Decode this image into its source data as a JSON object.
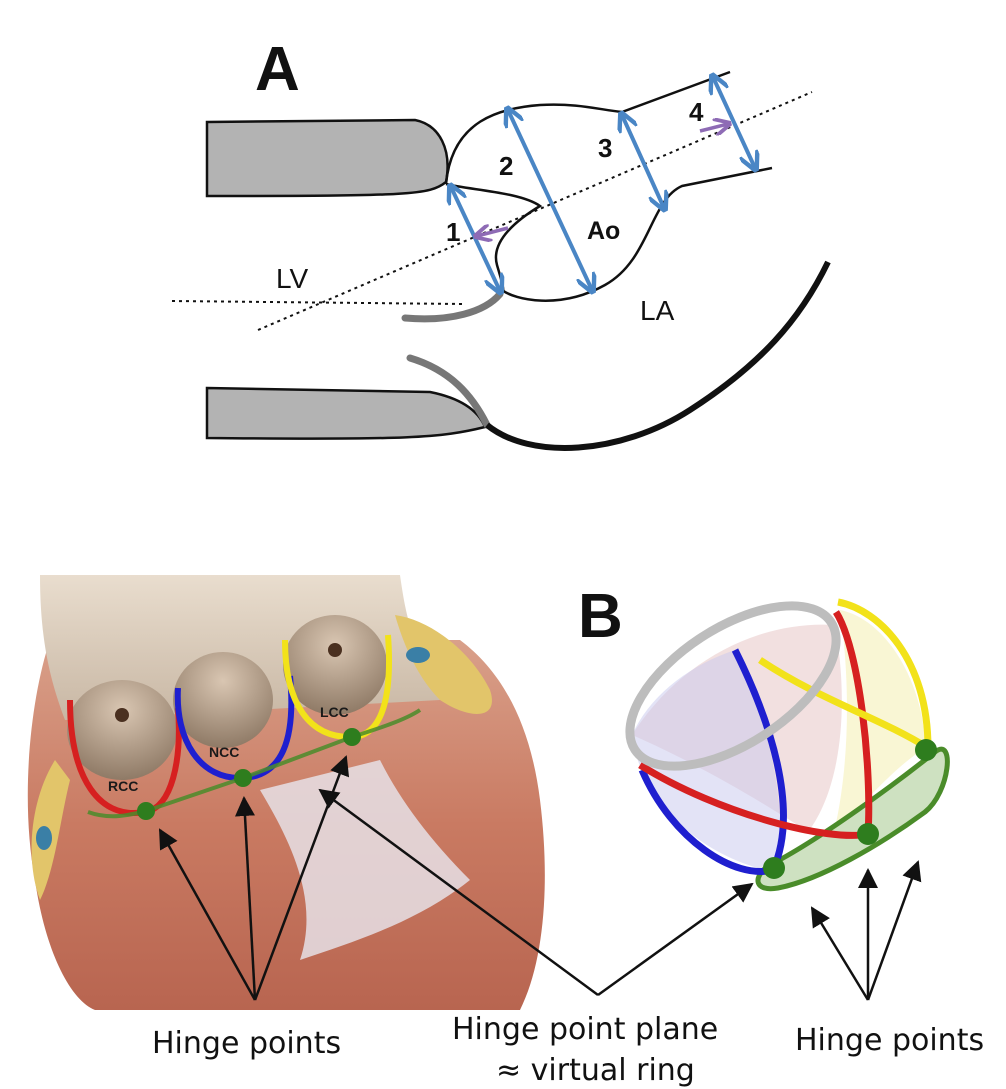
{
  "panel_a": {
    "letter": "A",
    "segments": [
      "1",
      "2",
      "3",
      "4"
    ],
    "labels": {
      "lv": "LV",
      "ao": "Ao",
      "la": "LA"
    }
  },
  "panel_b": {
    "letter": "B",
    "cusps": {
      "rcc": "RCC",
      "ncc": "NCC",
      "lcc": "LCC"
    },
    "captions": {
      "hinge_points_left": "Hinge points",
      "plane_line1": "Hinge point plane",
      "plane_line2": "≈ virtual ring",
      "hinge_points_right": "Hinge points"
    }
  },
  "colors": {
    "measurement_arrow": "#4a86c5",
    "annulus_arrow": "#8e6bb5",
    "rcc_curve": "#d62020",
    "ncc_curve": "#1f1fcf",
    "lcc_curve": "#f2e21a",
    "hinge_line": "#4a8c2a",
    "hinge_point": "#2e7d1e",
    "wall_fill": "#b3b3b3"
  }
}
